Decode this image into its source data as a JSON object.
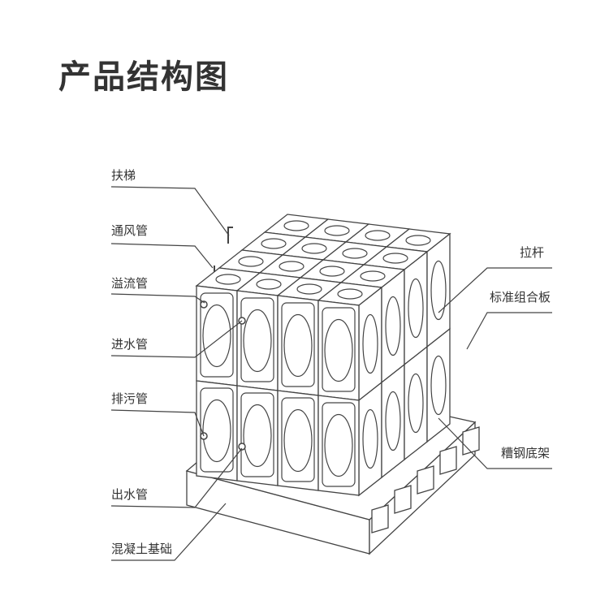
{
  "title": "产品结构图",
  "left_labels": [
    "扶梯",
    "通风管",
    "溢流管",
    "进水管",
    "排污管",
    "出水管",
    "混凝土基础"
  ],
  "right_labels": [
    "拉杆",
    "标准组合板",
    "糟钢底架"
  ],
  "colors": {
    "line": "#444444",
    "text": "#333333",
    "background": "#ffffff"
  }
}
